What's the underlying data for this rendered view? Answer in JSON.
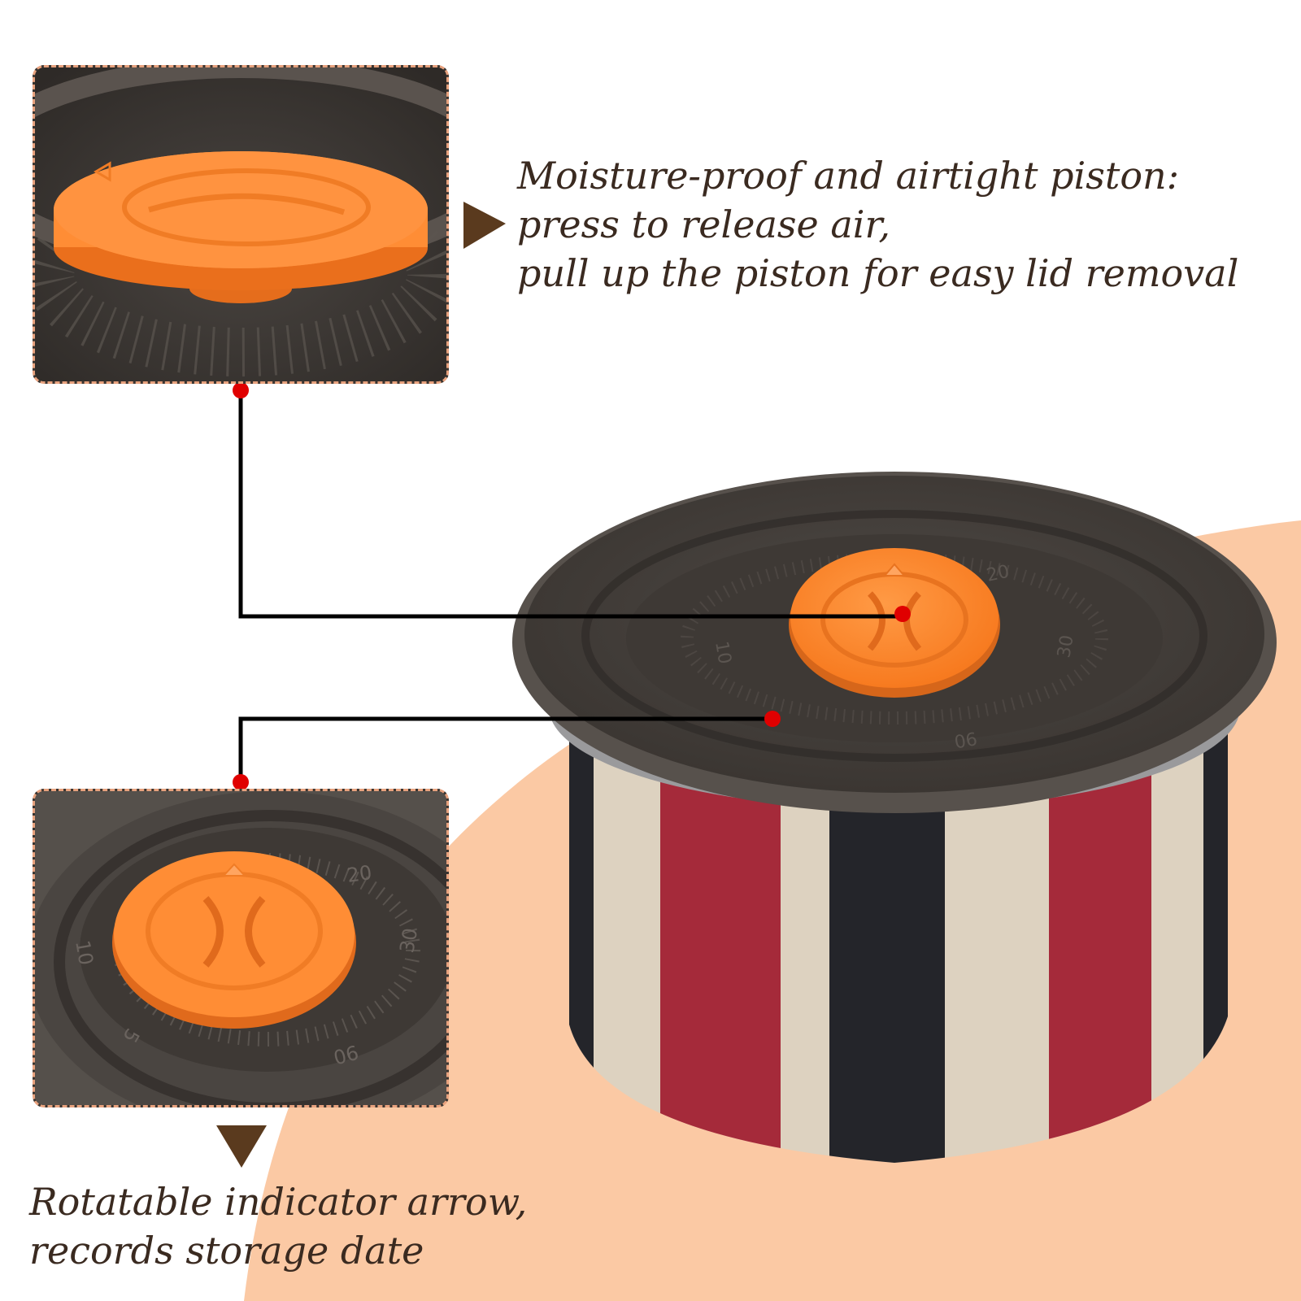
{
  "colors": {
    "peach_background": "#fbc9a4",
    "pointer_brown": "#5a3a1e",
    "callout_dot": "#e00000",
    "callout_line": "#000000",
    "inset_border": "#e8a27e",
    "piston_orange": "#ff8c33",
    "lid_dark": "#4a4541",
    "stripe_red": "#a52a3a",
    "stripe_black": "#24252a",
    "stripe_cream": "#ddd2c0"
  },
  "top_caption": {
    "line1": "Moisture-proof and airtight piston:",
    "line2": "press to release air,",
    "line3": "pull up the piston for easy lid removal"
  },
  "bottom_caption": {
    "line1": "Rotatable indicator arrow,",
    "line2": "records storage date"
  },
  "dial_labels": {
    "top_20": "20",
    "right_30": "30",
    "bottom_90": "90",
    "left_10": "10",
    "bottom_left_5": "5"
  }
}
